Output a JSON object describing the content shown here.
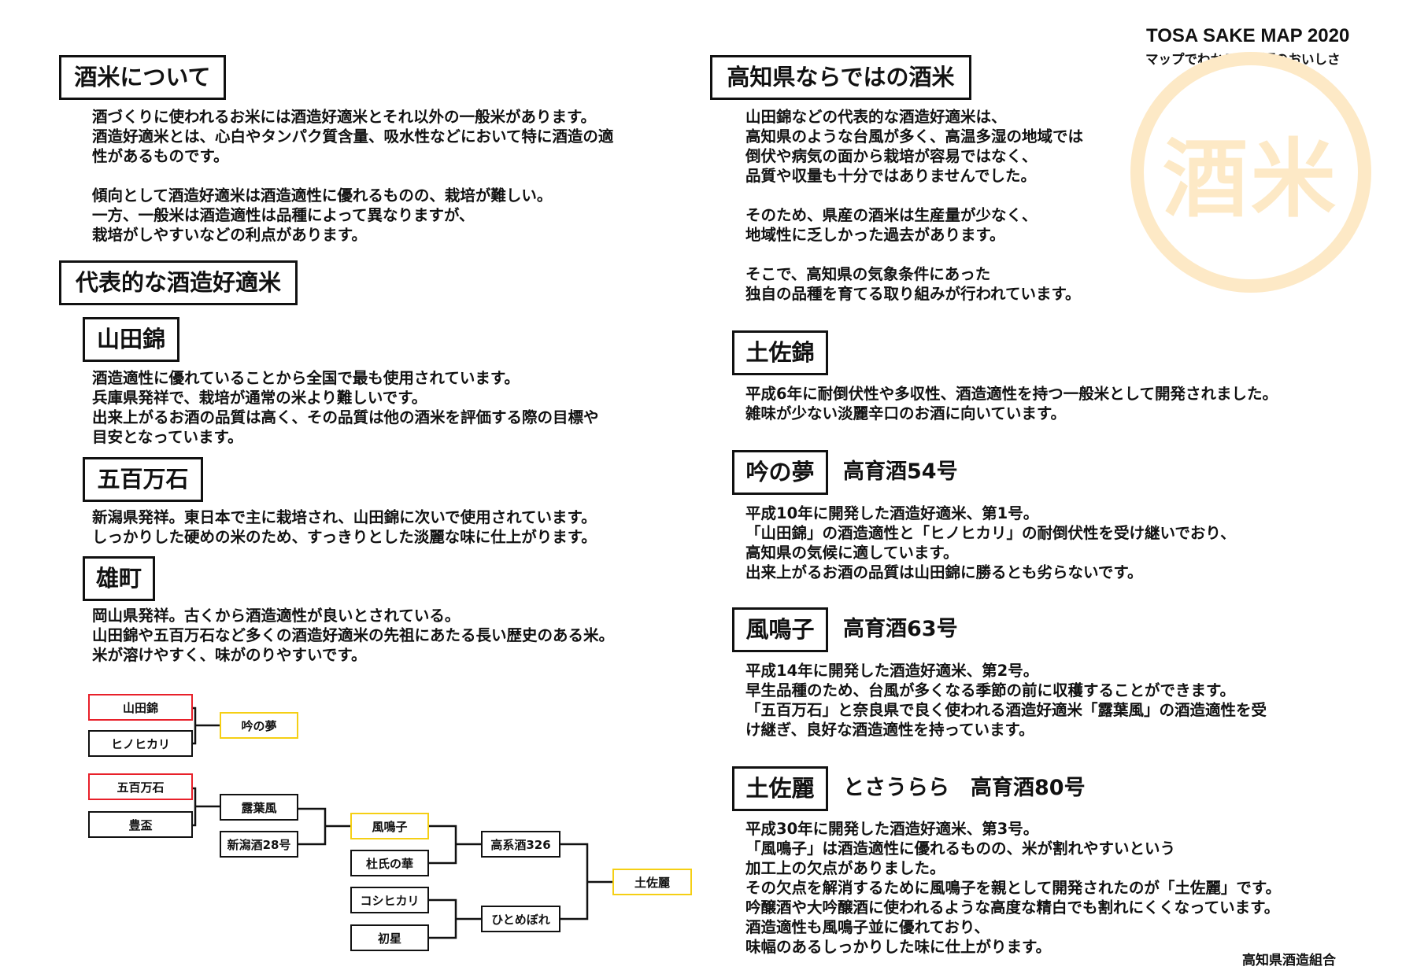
{
  "header": {
    "brand_title": "TOSA SAKE MAP 2020",
    "brand_subtitle": "マップでわかる土佐酒のおいしさ",
    "seal_text": "酒米"
  },
  "left": {
    "about": {
      "heading": "酒米について",
      "lines": [
        "酒づくりに使われるお米には酒造好適米とそれ以外の一般米があります。",
        "酒造好適米とは、心白やタンパク質含量、吸水性などにおいて特に酒造の適",
        "性があるものです。",
        "",
        "傾向として酒造好適米は酒造適性に優れるものの、栽培が難しい。",
        "一方、一般米は酒造適性は品種によって異なりますが、",
        "栽培がしやすいなどの利点があります。"
      ]
    },
    "typical": {
      "heading": "代表的な酒造好適米",
      "yamada": {
        "name": "山田錦",
        "lines": [
          "酒造適性に優れていることから全国で最も使用されています。",
          "兵庫県発祥で、栽培が通常の米より難しいです。",
          "出来上がるお酒の品質は高く、その品質は他の酒米を評価する際の目標や",
          "目安となっています。"
        ]
      },
      "gohyaku": {
        "name": "五百万石",
        "lines": [
          "新潟県発祥。東日本で主に栽培され、山田錦に次いで使用されています。",
          "しっかりした硬めの米のため、すっきりとした淡麗な味に仕上がります。"
        ]
      },
      "omachi": {
        "name": "雄町",
        "lines": [
          "岡山県発祥。古くから酒造適性が良いとされている。",
          "山田錦や五百万石など多くの酒造好適米の先祖にあたる長い歴史のある米。",
          "米が溶けやすく、味がのりやすいです。"
        ]
      }
    },
    "lineage": {
      "yamada": "山田錦",
      "hinohikari": "ヒノヒカリ",
      "ginnoyume": "吟の夢",
      "gohyaku": "五百万石",
      "hosai": "豊盃",
      "rohafu": "露葉風",
      "niigata28": "新潟酒28号",
      "kazenaruko": "風鳴子",
      "toji": "杜氏の華",
      "koshihikari": "コシヒカリ",
      "hatsuboshi": "初星",
      "kokei326": "高系酒326",
      "hitomebore": "ひとめぼれ",
      "tosarei": "土佐麗"
    }
  },
  "right": {
    "kochi": {
      "heading": "高知県ならではの酒米",
      "lines": [
        "山田錦などの代表的な酒造好適米は、",
        "高知県のような台風が多く、高温多湿の地域では",
        "倒伏や病気の面から栽培が容易ではなく、",
        "品質や収量も十分ではありませんでした。",
        "",
        "そのため、県産の酒米は生産量が少なく、",
        "地域性に乏しかった過去があります。",
        "",
        "そこで、高知県の気象条件にあった",
        "独自の品種を育てる取り組みが行われています。"
      ]
    },
    "tosanishiki": {
      "name": "土佐錦",
      "lines": [
        "平成6年に耐倒伏性や多収性、酒造適性を持つ一般米として開発されました。",
        "雑味が少ない淡麗辛口のお酒に向いています。"
      ]
    },
    "ginnoyume": {
      "name": "吟の夢",
      "code": "高育酒54号",
      "lines": [
        "平成10年に開発した酒造好適米、第1号。",
        "「山田錦」の酒造適性と「ヒノヒカリ」の耐倒伏性を受け継いでおり、",
        "高知県の気候に適しています。",
        "出来上がるお酒の品質は山田錦に勝るとも劣らないです。"
      ]
    },
    "kazenaruko": {
      "name": "風鳴子",
      "code": "高育酒63号",
      "lines": [
        "平成14年に開発した酒造好適米、第2号。",
        "早生品種のため、台風が多くなる季節の前に収穫することができます。",
        "「五百万石」と奈良県で良く使われる酒造好適米「露葉風」の酒造適性を受",
        "け継ぎ、良好な酒造適性を持っています。"
      ]
    },
    "tosarei": {
      "name": "土佐麗",
      "code": "とさうらら　高育酒80号",
      "lines": [
        "平成30年に開発した酒造好適米、第3号。",
        "「風鳴子」は酒造適性に優れるものの、米が割れやすいという",
        "加工上の欠点がありました。",
        "その欠点を解消するために風鳴子を親として開発されたのが「土佐麗」です。",
        "吟醸酒や大吟醸酒に使われるような高度な精白でも割れにくくなっています。",
        "酒造適性も風鳴子並に優れており、",
        "味幅のあるしっかりした味に仕上がります。"
      ]
    }
  },
  "footer": {
    "publisher": "高知県酒造組合"
  },
  "colors": {
    "parent_highlight": "#e8202a",
    "kochi_variety": "#f5cf14",
    "seal": "#fde9c6"
  }
}
